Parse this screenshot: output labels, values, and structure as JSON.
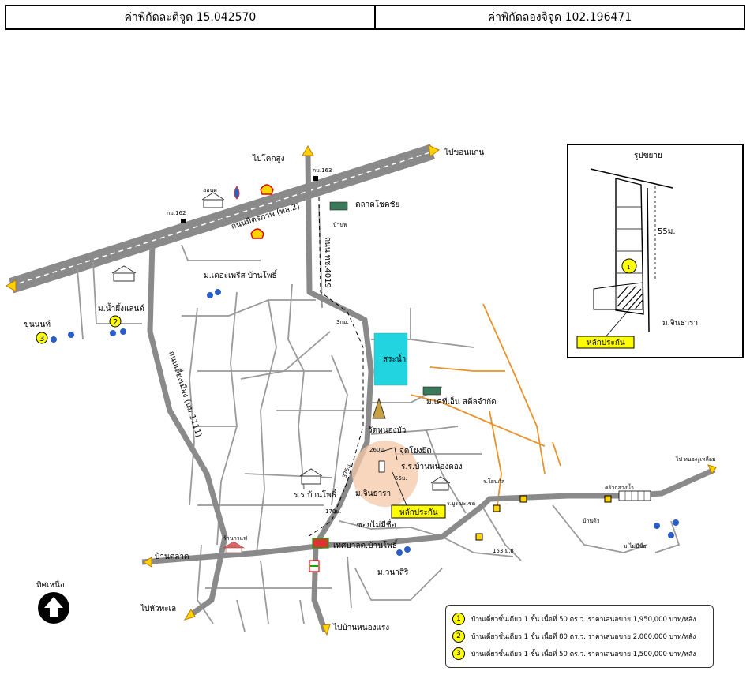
{
  "header": {
    "latitude": "ค่าพิกัดละติจูด 15.042570",
    "longitude": "ค่าพิกัดลองจิจูด 102.196471"
  },
  "colors": {
    "road": "#8a8a8a",
    "minor_road": "#9a9a9a",
    "orange_road": "#e8922a",
    "pond": "#22d3e0",
    "radius": "#f5c8a8",
    "highlight": "#ffff00",
    "arrow": "#ffd400"
  },
  "labels": {
    "to_khok_sung": "ไปโคกสูง",
    "to_khon_kaen": "ไปขอนแก่น",
    "km163": "กม.163",
    "km162": "กม.162",
    "school_top": "ฮอนด",
    "mittraphap_road": "ถนนมิตรภาพ (ทล.2)",
    "market_chokchai": "ตลาดโชคชัย",
    "road_4019": "ถนน ทช.4019",
    "village_doctor": "ม.เดอะเพรีส บ้านโพธิ์",
    "village_namphueng": "ม.น้ำผึ้งแลนด์",
    "khunnon": "ขุนนนท์",
    "bypass_road": "ถนนเลี่ยงเมือง (นม.1111)",
    "dist_3km": "3กม.",
    "pond": "สระน้ำ",
    "village_kt": "ม.เคทีเอ็น สตีลจำกัด",
    "temple": "วัดหนองบัว",
    "dist_260": "260ม.",
    "junction": "จุดโยงยึด",
    "school_nong": "ร.ร.บ้านหนองดอง",
    "dist_55": "55ม.",
    "dist_375": "375ม.",
    "school_bopho": "ร.ร.บ้านโพธิ์",
    "village_jinthara": "ม.จินธารา",
    "dist_170": "170ม.",
    "collateral": "หลักประกัน",
    "soi_no_name": "ซอยไม่มีชื่อ",
    "coffee_shop": "ร้านกาแฟ",
    "municipality": "เทศบาลต.บ้านโพธิ์",
    "village_wanasiri": "ม.วนาสิริ",
    "to_ban_talat": "บ้านตลาด",
    "to_hua_thale": "ไปหัวทะเล",
    "to_nong_rang": "ไปบ้านหนองแรง",
    "north": "ทิศเหนือ",
    "to_nong_ngu": "ไป หนองงูเหลือม",
    "kitchen": "ครัวกลางน้ำ",
    "school_yok": "ร.โยนกัส",
    "poo_chet": "ร.บูรณะเชด",
    "ban_ta": "บ้านต้า",
    "village_noname": "ม.ไม่มีชื่อ",
    "dist_153": "153 ม.8",
    "ban_num": "บ้านพ",
    "inset_title": "รูปขยาย",
    "inset_55": "55ม.",
    "inset_village": "ม.จินธารา",
    "inset_collateral": "หลักประกัน",
    "inset_num": "1",
    "num_2": "2",
    "num_3": "3"
  },
  "legend": [
    {
      "num": "1",
      "text": "บ้านเดี่ยวชั้นเดียว 1 ชั้น เนื้อที่ 50 ตร.ว. ราคาเสนอขาย 1,950,000 บาท/หลัง"
    },
    {
      "num": "2",
      "text": "บ้านเดี่ยวชั้นเดียว 1 ชั้น เนื้อที่ 80 ตร.ว. ราคาเสนอขาย 2,000,000 บาท/หลัง"
    },
    {
      "num": "3",
      "text": "บ้านเดี่ยวชั้นเดียว 1 ชั้น เนื้อที่ 50 ตร.ว. ราคาเสนอขาย 1,500,000 บาท/หลัง"
    }
  ]
}
